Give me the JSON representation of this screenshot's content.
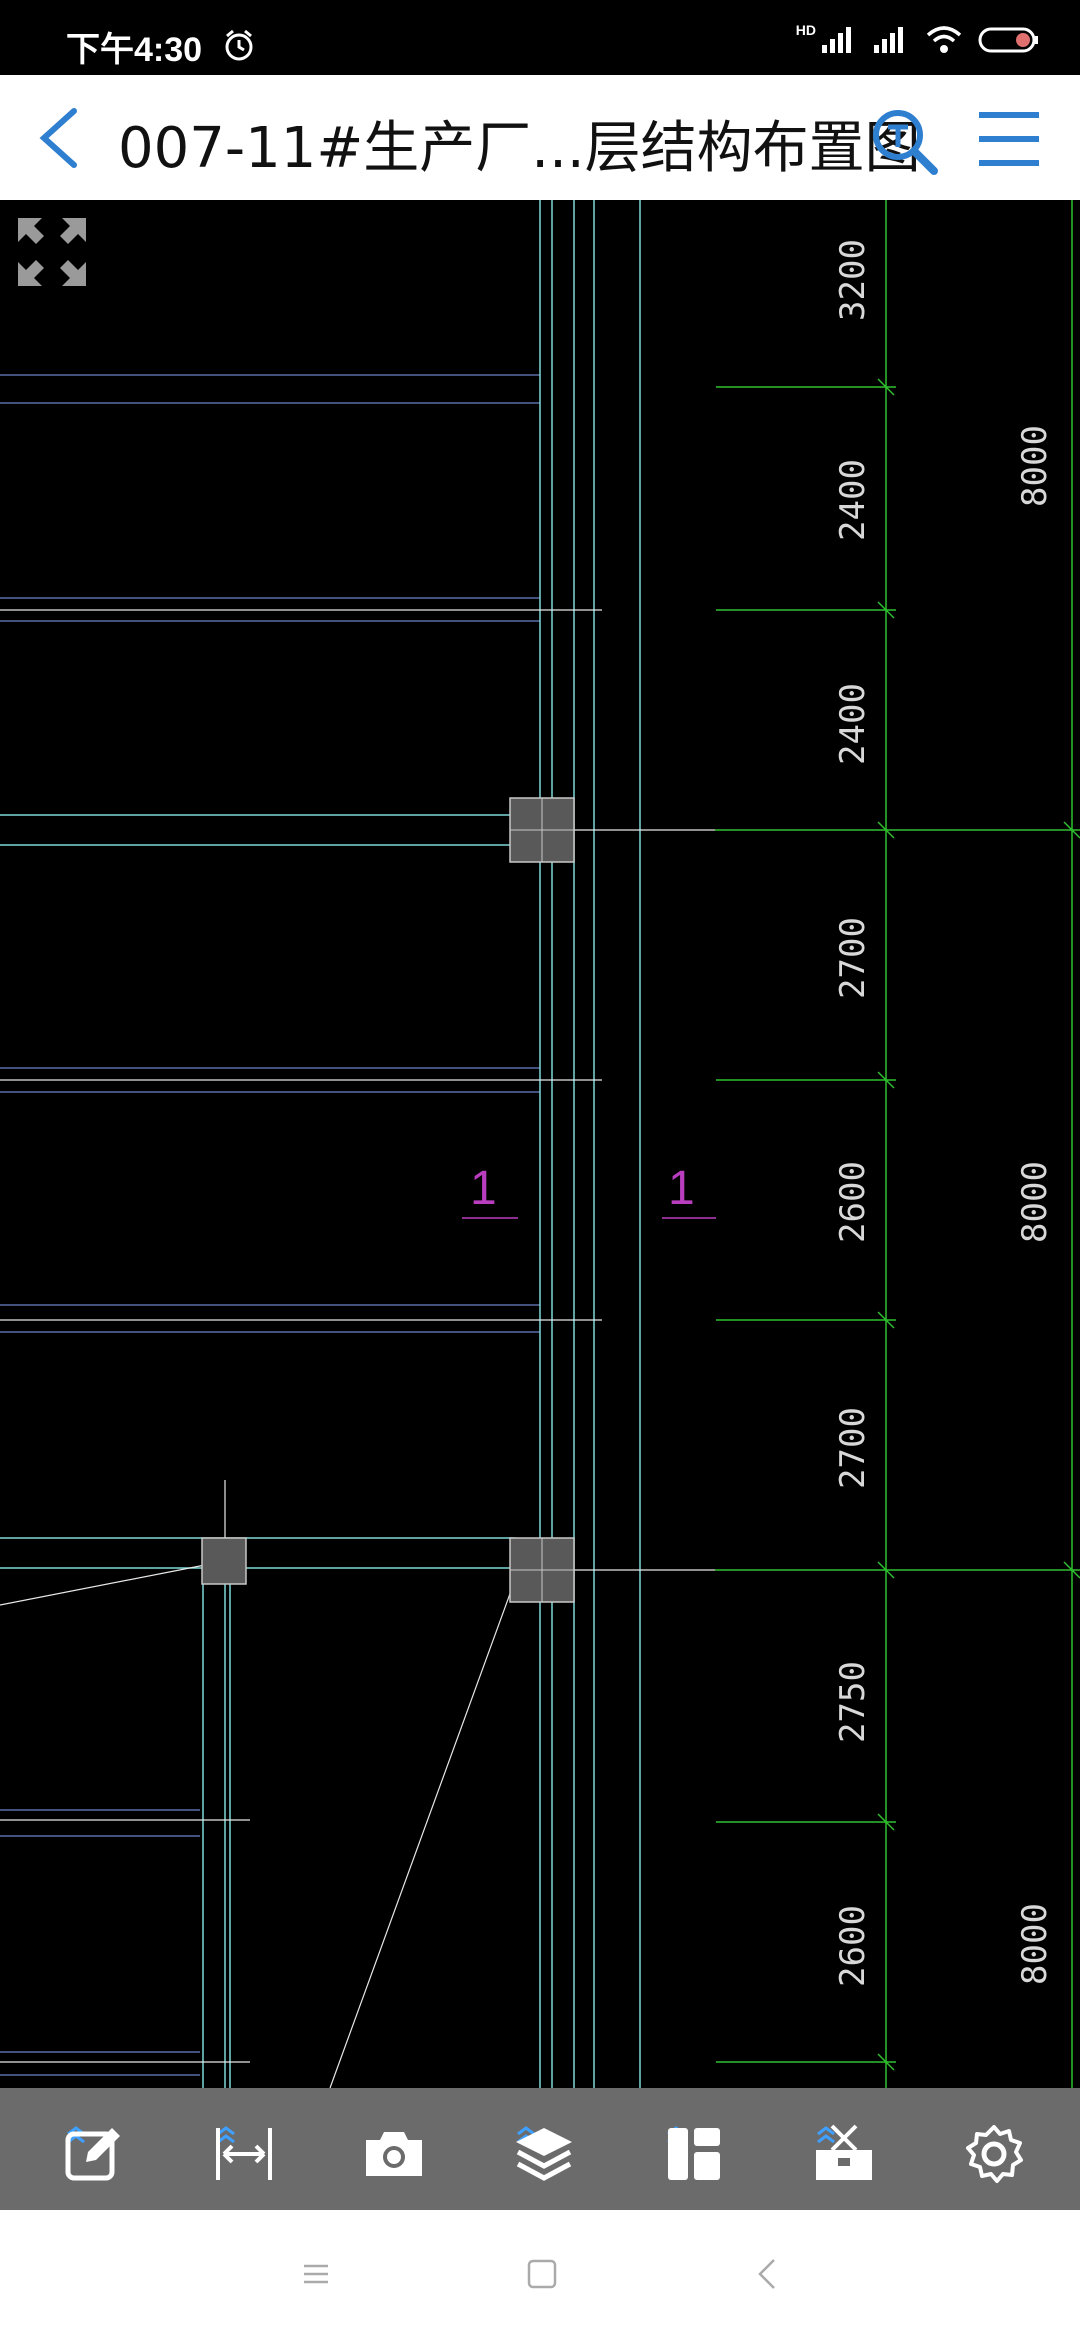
{
  "status_bar": {
    "time": "下午4:30",
    "network_label": "HD"
  },
  "header": {
    "title": "007-11#生产厂...层结构布置图"
  },
  "drawing": {
    "dimensions_inner": [
      "3200",
      "2400",
      "2400",
      "2700",
      "2600",
      "2700",
      "2750",
      "2600"
    ],
    "dimensions_outer": [
      "8000",
      "8000",
      "8000"
    ],
    "section_marks": [
      "1",
      "1"
    ]
  },
  "toolbar": {
    "items": [
      "edit-icon",
      "measure-icon",
      "camera-icon",
      "layers-icon",
      "layout-icon",
      "toolbox-icon",
      "settings-icon"
    ]
  },
  "colors": {
    "accent": "#2f7fd0",
    "green_line": "#2fbf2f",
    "cyan_line": "#7fd8d8",
    "magenta": "#b93dbf"
  }
}
